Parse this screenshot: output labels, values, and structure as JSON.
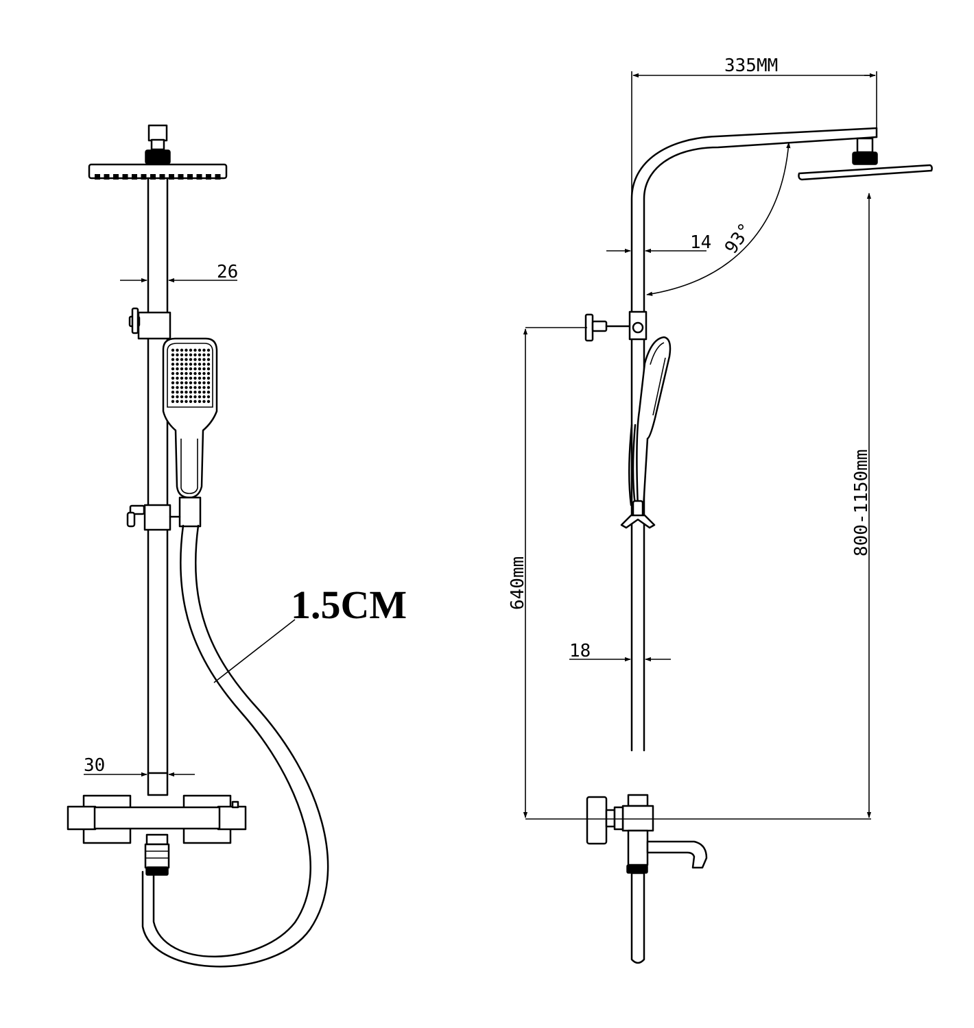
{
  "front_view": {
    "dim_top_pipe": "26",
    "dim_bottom_pipe": "30",
    "hose_length": "1.5CM"
  },
  "side_view": {
    "dim_arm_reach": "335MM",
    "dim_upper_pipe": "14",
    "dim_arm_angle": "93°",
    "dim_lower_pipe": "18",
    "dim_mixer_to_bracket": "640mm",
    "dim_height_range": "800-1150mm"
  }
}
